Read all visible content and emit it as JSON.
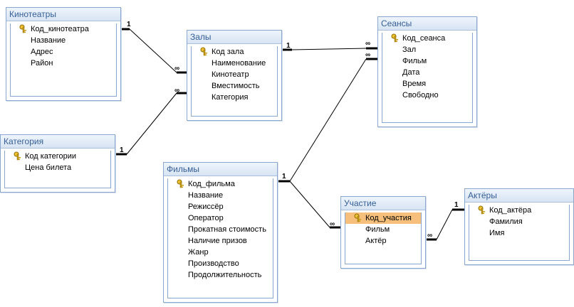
{
  "diagram": {
    "tables": [
      {
        "title": "Кинотеатры",
        "fields": [
          "Код_кинотеатра",
          "Название",
          "Адрес",
          "Район"
        ],
        "primary_key_index": 0,
        "selected_index": -1
      },
      {
        "title": "Залы",
        "fields": [
          "Код зала",
          "Наименование",
          "Кинотеатр",
          "Вместимость",
          "Категория"
        ],
        "primary_key_index": 0,
        "selected_index": -1
      },
      {
        "title": "Сеансы",
        "fields": [
          "Код_сеанса",
          "Зал",
          "Фильм",
          "Дата",
          "Время",
          "Свободно"
        ],
        "primary_key_index": 0,
        "selected_index": -1
      },
      {
        "title": "Категория",
        "fields": [
          "Код категории",
          "Цена билета"
        ],
        "primary_key_index": 0,
        "selected_index": -1
      },
      {
        "title": "Фильмы",
        "fields": [
          "Код_фильма",
          "Название",
          "Режиссёр",
          "Оператор",
          "Прокатная стоимость",
          "Наличие призов",
          "Жанр",
          "Производство",
          "Продолжительность"
        ],
        "primary_key_index": 0,
        "selected_index": -1
      },
      {
        "title": "Участие",
        "fields": [
          "Код_участия",
          "Фильм",
          "Актёр"
        ],
        "primary_key_index": 0,
        "selected_index": 0
      },
      {
        "title": "Актёры",
        "fields": [
          "Код_актёра",
          "Фамилия",
          "Имя"
        ],
        "primary_key_index": 0,
        "selected_index": -1
      }
    ],
    "relationships": [
      {
        "from_table": "Кинотеатры",
        "to_table": "Залы",
        "one_label": "1",
        "many_label": "∞"
      },
      {
        "from_table": "Категория",
        "to_table": "Залы",
        "one_label": "1",
        "many_label": "∞"
      },
      {
        "from_table": "Залы",
        "to_table": "Сеансы",
        "one_label": "1",
        "many_label": "∞"
      },
      {
        "from_table": "Фильмы",
        "to_table": "Сеансы",
        "one_label": "1",
        "many_label": "∞"
      },
      {
        "from_table": "Фильмы",
        "to_table": "Участие",
        "one_label": "1",
        "many_label": "∞"
      },
      {
        "from_table": "Актёры",
        "to_table": "Участие",
        "one_label": "1",
        "many_label": "∞"
      }
    ]
  }
}
